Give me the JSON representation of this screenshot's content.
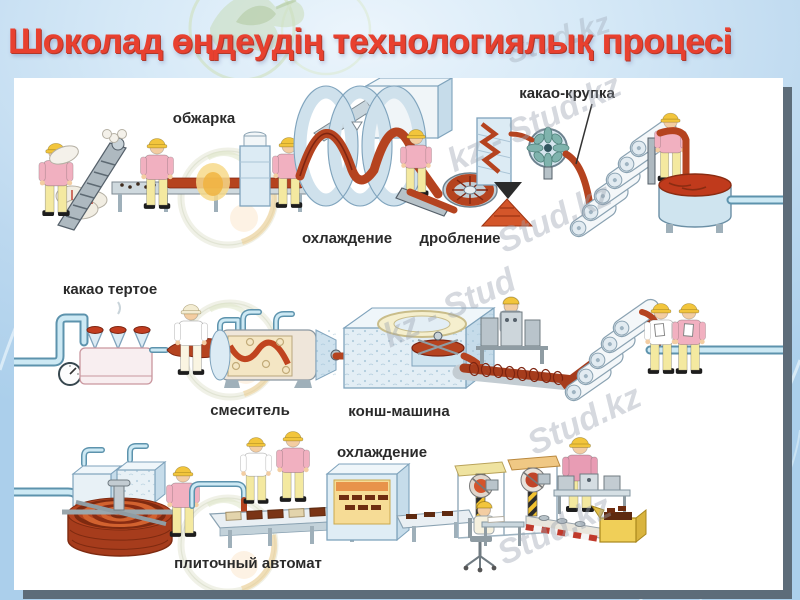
{
  "slide": {
    "title": "Шоколад өңдеудің технологиялық процесі"
  },
  "stages": {
    "roasting": "обжарка",
    "cocoa_nibs": "какао-крупка",
    "cooling_1": "охлаждение",
    "crushing": "дробление",
    "cocoa_mass": "какао тертое",
    "mixer": "смеситель",
    "conche": "конш-машина",
    "cooling_2": "охлаждение",
    "molding": "плиточный автомат"
  },
  "watermarks": {
    "brand": "Stud.kz",
    "strings": [
      "kz - Stud.kz",
      "Stud.kz",
      "kz - Stud",
      "Stud.kz",
      "Stud.kz"
    ]
  },
  "colors": {
    "title": "#e8402f",
    "background": "#bcd8ef",
    "panel": "#ffffff",
    "panel_shadow": "#5d6c79",
    "chocolate": "#b5431f",
    "machine_blue": "#dcebf4",
    "label_text": "#2a2a2a"
  }
}
